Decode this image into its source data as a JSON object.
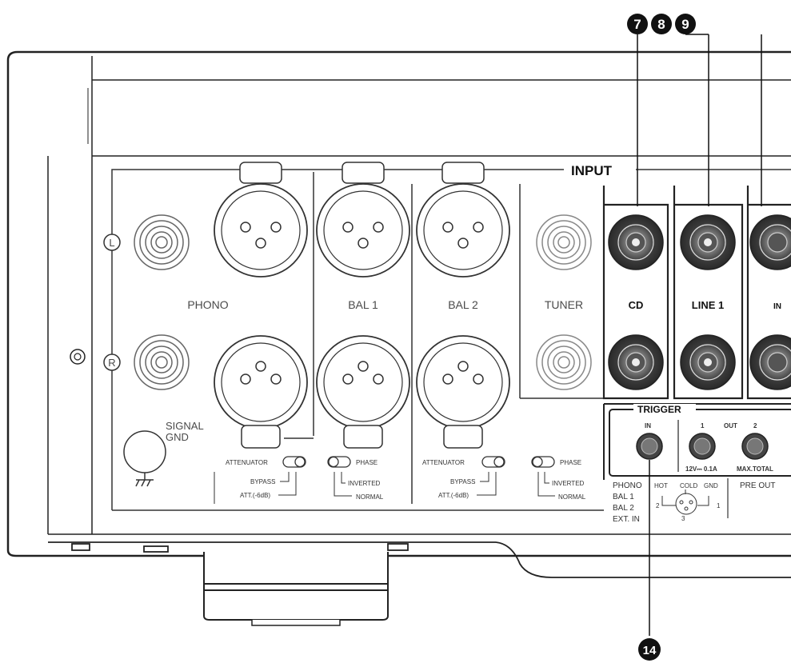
{
  "panel": {
    "input_label": "INPUT",
    "channel_left": "L",
    "channel_right": "R",
    "signal_gnd_line1": "SIGNAL",
    "signal_gnd_line2": "GND"
  },
  "inputs": {
    "phono": "PHONO",
    "bal1": "BAL 1",
    "bal2": "BAL 2",
    "tuner": "TUNER",
    "cd": "CD",
    "line1": "LINE 1",
    "line2_partial": "IN"
  },
  "switches": {
    "attenuator_1": "ATTENUATOR",
    "bypass_1": "BYPASS",
    "att_1": "ATT.(-6dB)",
    "phase_1": "PHASE",
    "inverted_1": "INVERTED",
    "normal_1": "NORMAL",
    "attenuator_2": "ATTENUATOR",
    "bypass_2": "BYPASS",
    "att_2": "ATT.(-6dB)",
    "phase_2": "PHASE",
    "inverted_2": "INVERTED",
    "normal_2": "NORMAL"
  },
  "trigger": {
    "title": "TRIGGER",
    "in_label": "IN",
    "out1_label": "1",
    "out_label": "OUT",
    "out2_label": "2",
    "spec_left": "12V⎓ 0.1A",
    "spec_right": "MAX.TOTAL"
  },
  "bottom_legend": {
    "phono": "PHONO",
    "bal1": "BAL 1",
    "bal2": "BAL 2",
    "ext_in": "EXT. IN",
    "hot": "HOT",
    "cold": "COLD",
    "gnd": "GND",
    "pin2": "2",
    "pin1": "1",
    "pin3": "3",
    "pre_out": "PRE OUT"
  },
  "callouts": {
    "c7": "7",
    "c8": "8",
    "c9": "9",
    "c14": "14"
  }
}
